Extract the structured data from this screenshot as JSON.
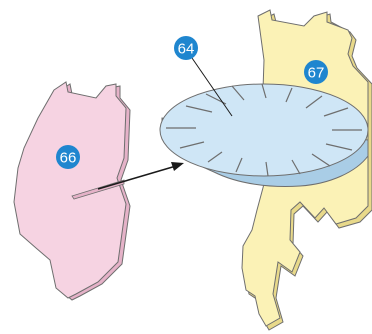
{
  "parts": [
    {
      "id": "64",
      "badge": "64",
      "part": "round-disc",
      "fill_color": "#cfe6f6",
      "side_color": "#a9cde6"
    },
    {
      "id": "66",
      "badge": "66",
      "part": "pink-panel",
      "fill_color": "#f6d3e2",
      "side_color": "#e5b2c8"
    },
    {
      "id": "67",
      "badge": "67",
      "part": "yellow-panel",
      "fill_color": "#fbf2b6",
      "side_color": "#e8d98a"
    }
  ],
  "colors": {
    "badge_fill": "#1f86cf",
    "outline": "#6e6e6e",
    "arrow": "#1a1a1a"
  },
  "icons": {
    "arrow": "assembly-arrow",
    "leader": "leader-line"
  }
}
